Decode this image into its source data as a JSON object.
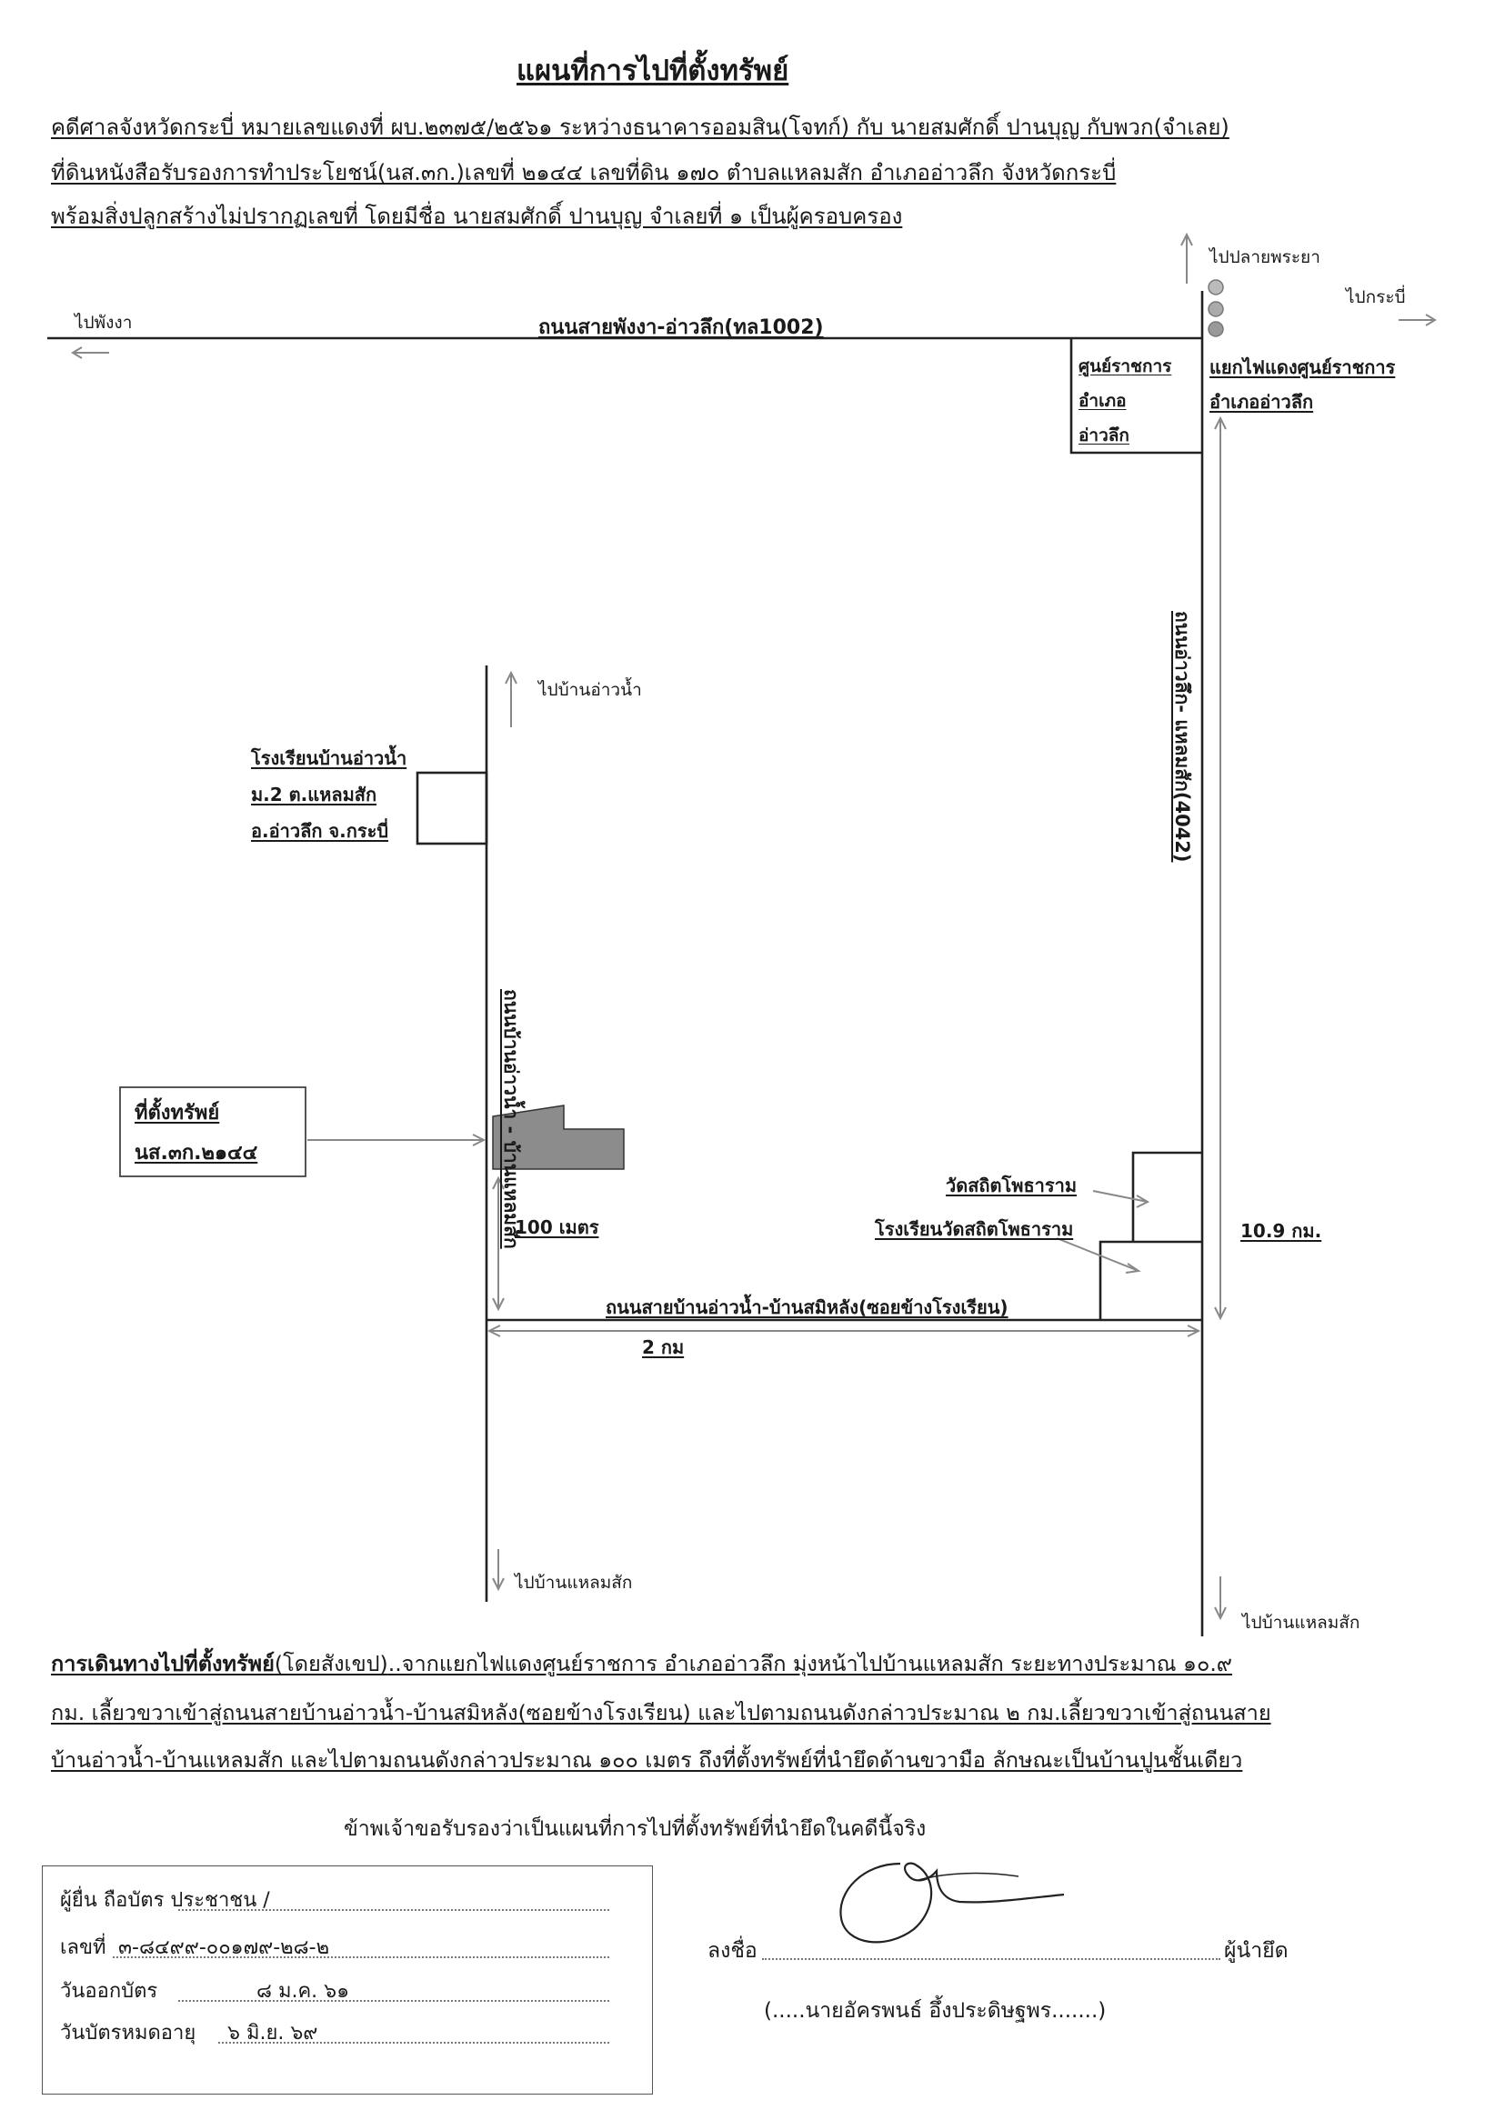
{
  "title": "แผนที่การไปที่ตั้งทรัพย์",
  "header_lines": [
    "คดีศาลจังหวัดกระบี่ หมายเลขแดงที่ ผบ.๒๓๗๕/๒๕๖๑ ระหว่างธนาคารออมสิน(โจทก์) กับ นายสมศักดิ์ ปานบุญ กับพวก(จำเลย)",
    "ที่ดินหนังสือรับรองการทำประโยชน์(นส.๓ก.)เลขที่ ๒๑๔๔ เลขที่ดิน ๑๗๐ ตำบลแหลมสัก อำเภออ่าวลึก จังหวัดกระบี่",
    "พร้อมสิ่งปลูกสร้างไม่ปรากฏเลขที่  โดยมีชื่อ นายสมศักดิ์ ปานบุญ จำเลยที่ ๑ เป็นผู้ครอบครอง"
  ],
  "map": {
    "to_phang_nga": "ไปพังงา",
    "main_road": "ถนนสายพังงา-อ่าวลึก(ทล1002)",
    "to_plai_phraya": "ไปปลายพระยา",
    "to_krabi": "ไปกระบี่",
    "govt_center_lines": [
      "ศูนย์ราชการ",
      "อำเภอ",
      "อ่าวลึก"
    ],
    "junction_lines": [
      "แยกไฟแดงศูนย์ราชการ",
      "อำเภออ่าวลึก"
    ],
    "to_ban_ao_nam": "ไปบ้านอ่าวน้ำ",
    "school_lines": [
      "โรงเรียนบ้านอ่าวน้ำ",
      "ม.2 ต.แหลมสัก",
      "อ.อ่าวลึก จ.กระบี่"
    ],
    "village_road": "ถนนบ้านอ่าวน้ำ - บ้านแหลมสัก",
    "right_road": "ถนนอ่าวลึก- แหลมสัก(4042)",
    "property_lines": [
      "ที่ตั้งทรัพย์",
      "นส.๓ก.๒๑๔๔"
    ],
    "temple": "วัดสถิตโพธาราม",
    "temple_school": "โรงเรียนวัดสถิตโพธาราม",
    "dist_100m": "100 เมตร",
    "dist_109km": "10.9 กม.",
    "cross_road": "ถนนสายบ้านอ่าวน้ำ-บ้านสมิหลัง(ซอยข้างโรงเรียน)",
    "dist_2km": "2 กม",
    "to_laem_sak_left": "ไปบ้านแหลมสัก",
    "to_laem_sak_right": "ไปบ้านแหลมสัก",
    "colors": {
      "traffic_light": "#999999",
      "property_fill": "#8c8c8c"
    }
  },
  "directions": {
    "heading": "การเดินทางไปที่ตั้งทรัพย์",
    "heading_suffix": "(โดยสังเขป)",
    "line1": "..จากแยกไฟแดงศูนย์ราชการ อำเภออ่าวลึก มุ่งหน้าไปบ้านแหลมสัก ระยะทางประมาณ ๑๐.๙",
    "line2": "กม. เลี้ยวขวาเข้าสู่ถนนสายบ้านอ่าวน้ำ-บ้านสมิหลัง(ซอยข้างโรงเรียน) และไปตามถนนดังกล่าวประมาณ ๒ กม.เลี้ยวขวาเข้าสู่ถนนสาย",
    "line3": "บ้านอ่าวน้ำ-บ้านแหลมสัก และไปตามถนนดังกล่าวประมาณ ๑๐๐ เมตร ถึงที่ตั้งทรัพย์ที่นำยึดด้านขวามือ ลักษณะเป็นบ้านปูนชั้นเดียว"
  },
  "certification": "ข้าพเจ้าขอรับรองว่าเป็นแผนที่การไปที่ตั้งทรัพย์ที่นำยึดในคดีนี้จริง",
  "id_box": {
    "holder_label": "ผู้ยื่น ถือบัตร ประชาชน /",
    "number_label": "เลขที่",
    "number_value": "๓-๘๔๙๙-๐๐๑๗๙-๒๘-๒",
    "issue_label": "วันออกบัตร",
    "issue_value": "๘ ม.ค. ๖๑",
    "expiry_label": "วันบัตรหมดอายุ",
    "expiry_value": "๖ มิ.ย. ๖๙"
  },
  "signature": {
    "sign_label": "ลงชื่อ",
    "role": "ผู้นำยึด",
    "name_line": "(.....นายอัครพนธ์ อึ้งประดิษฐพร.......)"
  }
}
